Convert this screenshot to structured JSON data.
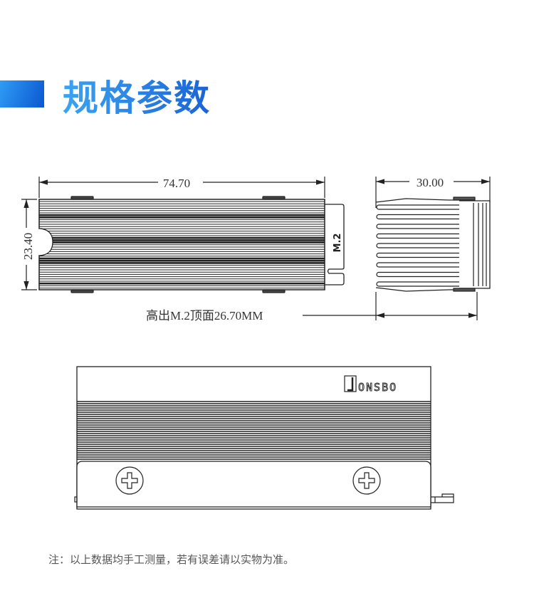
{
  "header": {
    "title": "规格参数"
  },
  "diagram": {
    "top_view": {
      "length_label": "74.70",
      "width_label": "23.40",
      "connector_label": "M.2"
    },
    "side_view": {
      "height_label": "30.00",
      "note_label": "高出M.2顶面26.70MM"
    },
    "front_view": {
      "brand_logo": "JONSBO"
    }
  },
  "footer": {
    "note": "注：以上数据均手工测量，若有误差请以实物为准。"
  },
  "colors": {
    "accent": "#1a63d6",
    "accent_light": "#3ba4f2",
    "line": "#222222"
  }
}
